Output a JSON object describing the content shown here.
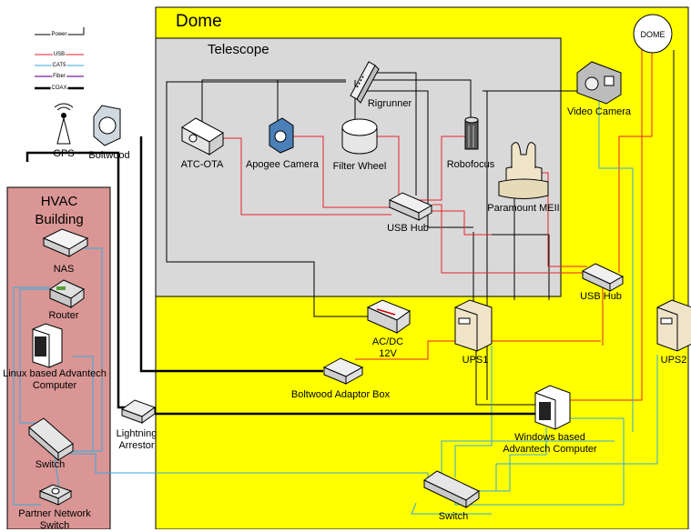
{
  "legend": {
    "items": [
      {
        "label": "Power",
        "color": "#000000"
      },
      {
        "label": "USB",
        "color": "#e8222a"
      },
      {
        "label": "CAT5",
        "color": "#36a9e1"
      },
      {
        "label": "Fiber",
        "color": "#8e44ad"
      },
      {
        "label": "COAX",
        "color": "#000000"
      }
    ]
  },
  "regions": {
    "dome": "Dome",
    "telescope": "Telescope",
    "hvac": "HVAC Building"
  },
  "devices": {
    "gps": "GPS",
    "boltwood": "Boltwood",
    "nas": "NAS",
    "router": "Router",
    "linux_pc": "Linux based Advantech Computer",
    "hvac_switch": "Switch",
    "partner_switch": "Partner Network Switch",
    "lightning_arrestor": "Lightning Arrestor",
    "rigrunner": "Rigrunner",
    "atc_ota": "ATC-OTA",
    "apogee_camera": "Apogee Camera",
    "filter_wheel": "Filter Wheel",
    "robofocus": "Robofocus",
    "usb_hub_telescope": "USB Hub",
    "paramount": "Paramount MEII",
    "video_camera": "Video Camera",
    "dome_badge": "DOME",
    "usb_hub_dome": "USB Hub",
    "acdc": "AC/DC 12V",
    "ups1": "UPS1",
    "ups2": "UPS2",
    "boltwood_adaptor": "Boltwood Adaptor Box",
    "windows_pc": "Windows based Advantech Computer",
    "dome_switch": "Switch"
  },
  "colors": {
    "dome_fill": "#ffff00",
    "telescope_fill": "#d9d9d9",
    "hvac_fill": "#d99694",
    "usb": "#e8222a",
    "cat5": "#36a9e1",
    "power": "#000000"
  }
}
